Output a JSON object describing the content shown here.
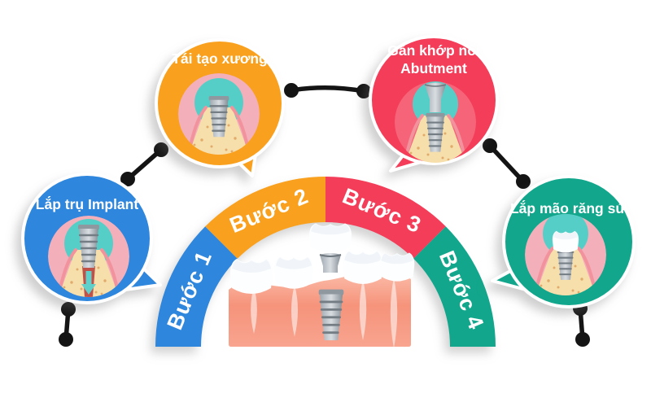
{
  "infographic": {
    "steps": [
      {
        "arc_label": "Bước 1",
        "bubble_label_lines": [
          "Lắp trụ Implant",
          ""
        ],
        "color": "#2E86DD",
        "icon": "implant-post-icon"
      },
      {
        "arc_label": "Bước 2",
        "bubble_label_lines": [
          "Tái tạo xương",
          ""
        ],
        "color": "#F9A11E",
        "icon": "bone-graft-icon"
      },
      {
        "arc_label": "Bước 3",
        "bubble_label_lines": [
          "Gắn khớp nối",
          "Abutment"
        ],
        "color": "#F43E59",
        "icon": "abutment-icon"
      },
      {
        "arc_label": "Bước 4",
        "bubble_label_lines": [
          "Lắp mão răng sứ",
          ""
        ],
        "color": "#12A78C",
        "icon": "crown-icon"
      }
    ],
    "colors": {
      "illustration_pink": "#F3AFBA",
      "illustration_teal": "#56CEC8",
      "bone_sand": "#F7DFAC",
      "gum_pink": "#F58A70",
      "connector_black": "#141414"
    }
  }
}
